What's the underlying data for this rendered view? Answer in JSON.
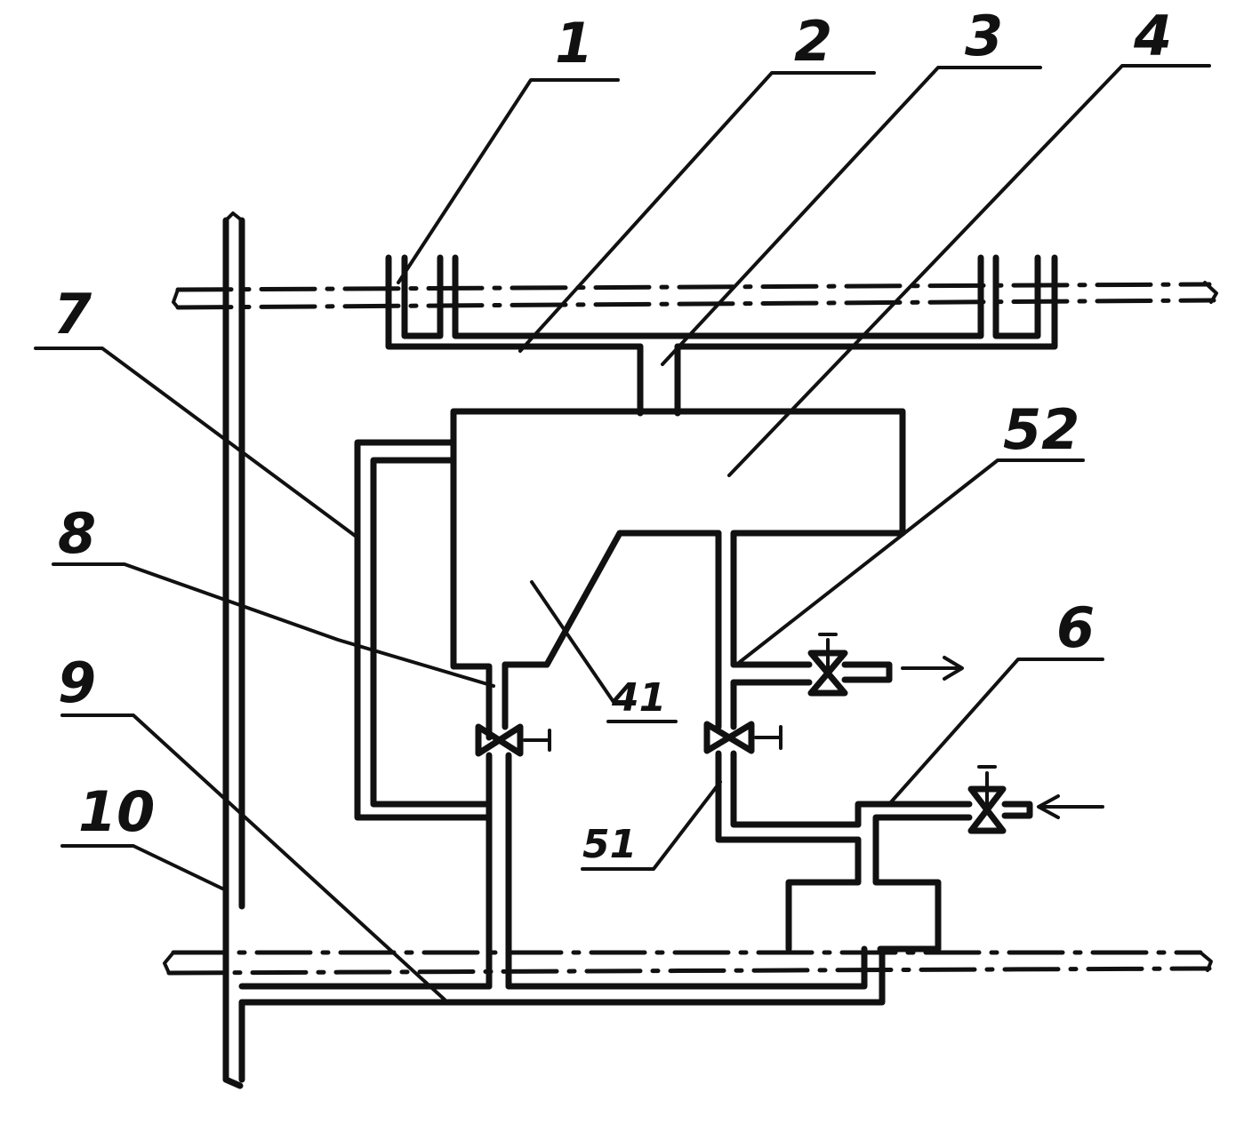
{
  "labels": {
    "l1": "1",
    "l2": "2",
    "l3": "3",
    "l4": "4",
    "l52": "52",
    "l7": "7",
    "l8": "8",
    "l41": "41",
    "l6": "6",
    "l9": "9",
    "l51": "51",
    "l10": "10"
  },
  "colors": {
    "ink": "#111111",
    "background": "#ffffff"
  },
  "icons": [
    "valve-icon",
    "arrow-out-icon",
    "arrow-in-icon"
  ]
}
